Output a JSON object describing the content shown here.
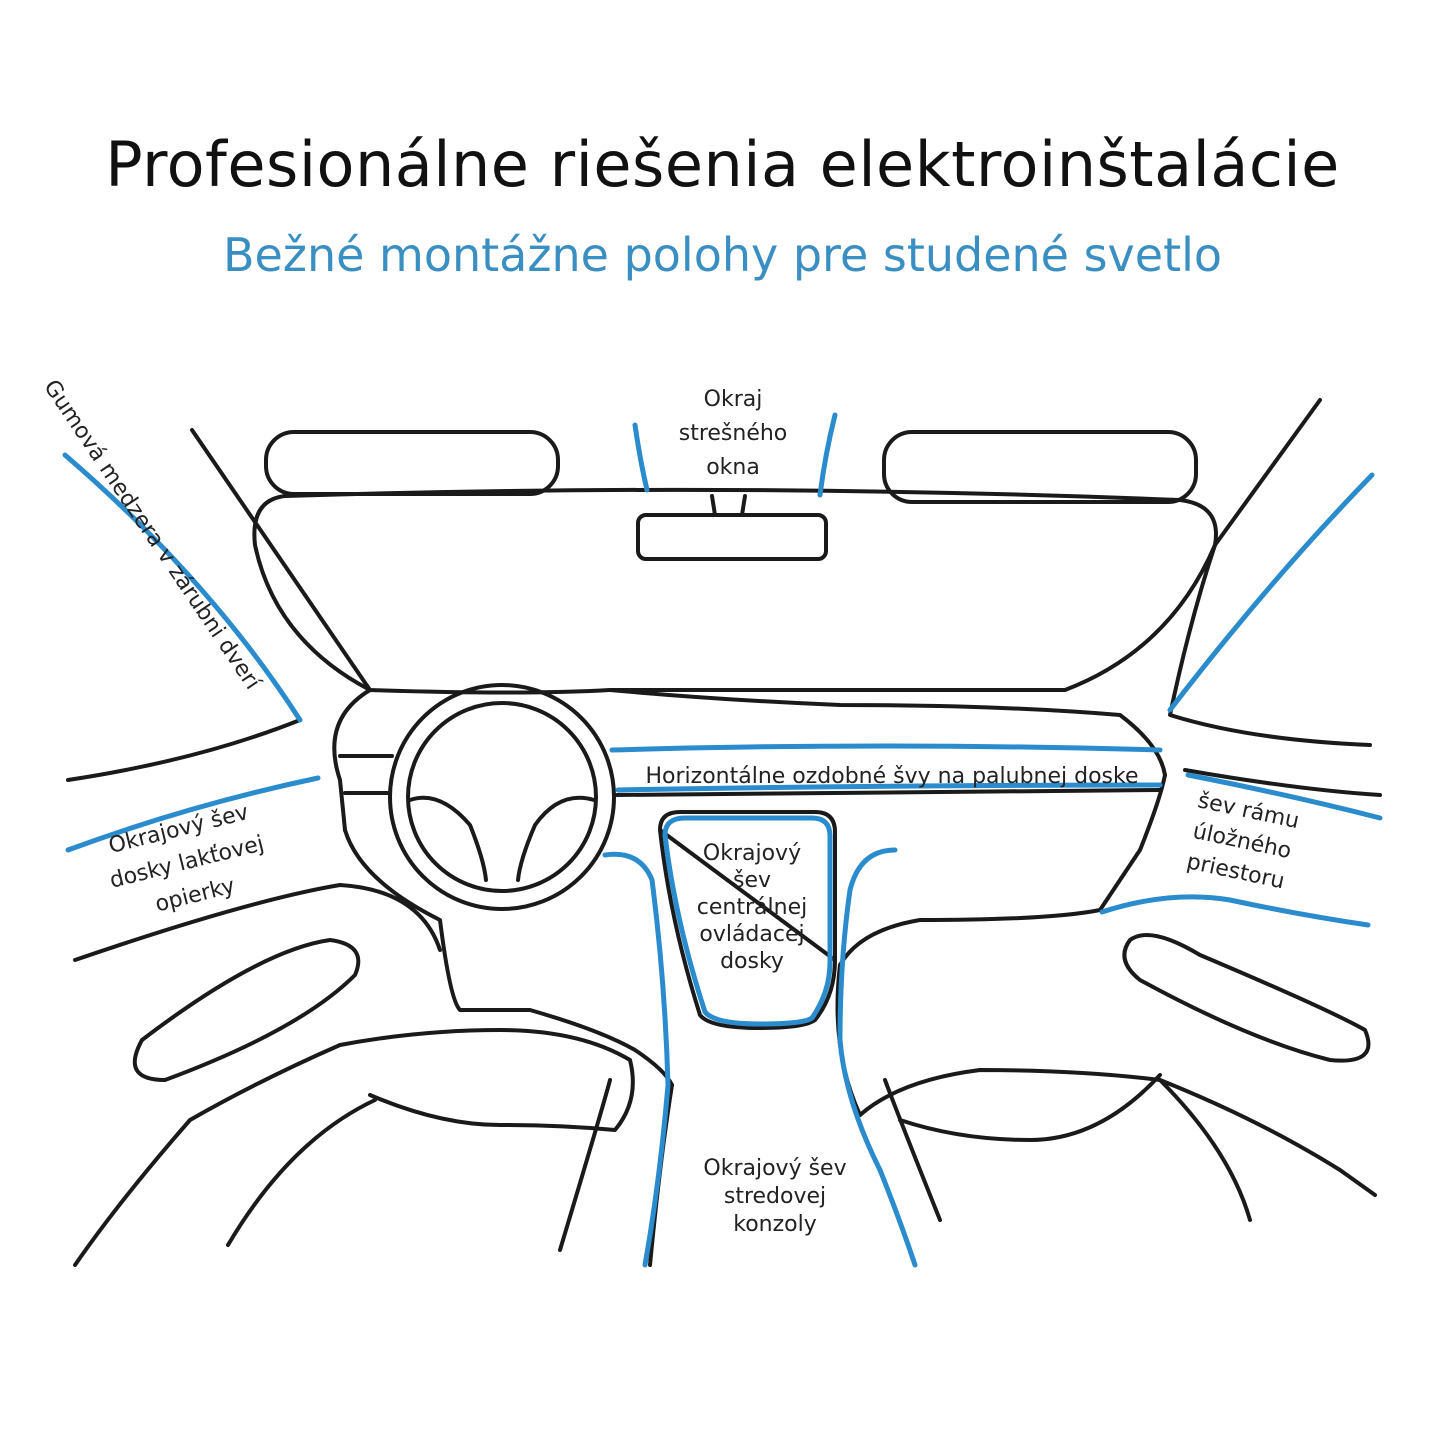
{
  "header": {
    "title": "Profesionálne riešenia elektroinštalácie",
    "subtitle": "Bežné montážne polohy pre studené svetlo"
  },
  "labels": {
    "sunroof": [
      "Okraj",
      "strešného",
      "okna"
    ],
    "door_gap": "Gumová medzera v zárubni dverí",
    "dashboard": "Horizontálne ozdobné švy na palubnej doske",
    "armrest": [
      "Okrajový šev",
      "dosky lakťovej",
      "opierky"
    ],
    "center_panel": [
      "Okrajový",
      "šev",
      "centrálnej",
      "ovládacej",
      "dosky"
    ],
    "storage": [
      "šev rámu",
      "úložného",
      "priestoru"
    ],
    "console": [
      "Okrajový šev",
      "stredovej",
      "konzoly"
    ]
  },
  "colors": {
    "line": "#1a1a1a",
    "highlight": "#2a8ccd",
    "subtitle": "#3a8fc2"
  }
}
